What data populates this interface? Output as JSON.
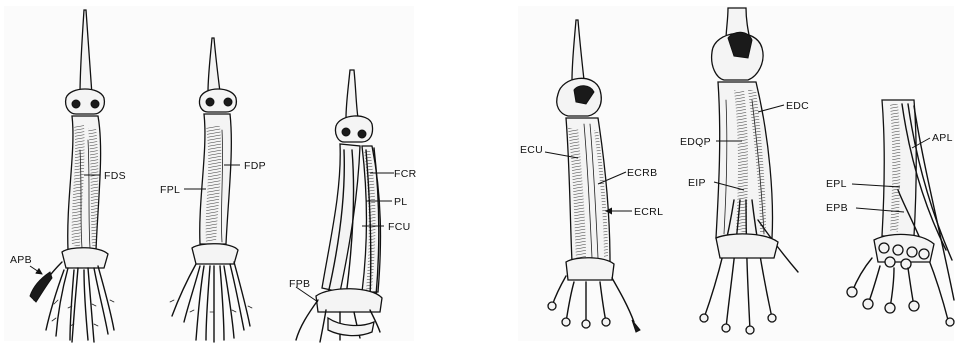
{
  "panels": [
    {
      "id": "flexor",
      "figures": [
        {
          "id": "fig-1",
          "labels": [
            "FDS",
            "APB"
          ]
        },
        {
          "id": "fig-2",
          "labels": [
            "FDP",
            "FPL"
          ]
        },
        {
          "id": "fig-3",
          "labels": [
            "FCR",
            "PL",
            "FCU",
            "FPB"
          ]
        }
      ]
    },
    {
      "id": "extensor",
      "figures": [
        {
          "id": "fig-4",
          "labels": [
            "ECU",
            "ECRB",
            "ECRL"
          ]
        },
        {
          "id": "fig-5",
          "labels": [
            "EDC",
            "EDQP",
            "EIP"
          ]
        },
        {
          "id": "fig-6",
          "labels": [
            "APL",
            "EPL",
            "EPB"
          ]
        }
      ]
    }
  ]
}
